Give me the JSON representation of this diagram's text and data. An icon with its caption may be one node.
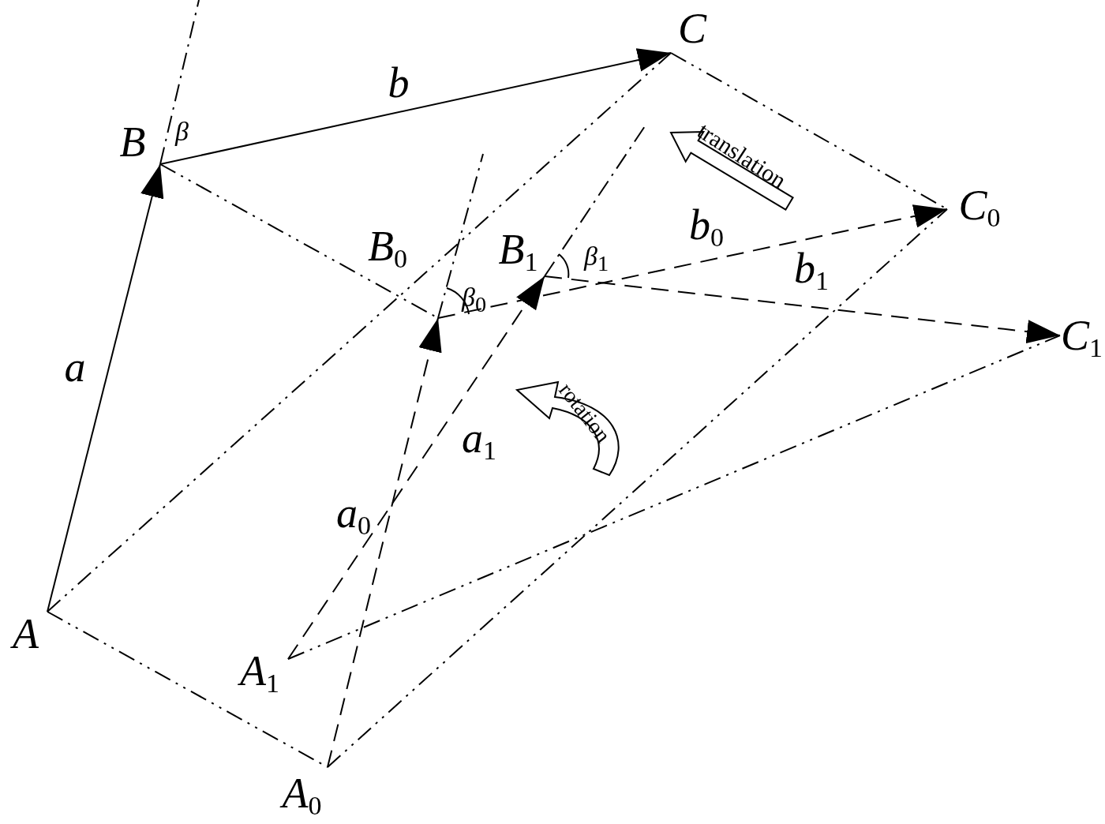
{
  "diagram": {
    "nodes": [
      {
        "text": [
          "A"
        ]
      },
      {
        "text": [
          "B"
        ]
      },
      {
        "text": [
          "C"
        ]
      },
      {
        "text": [
          "A$_{0}$"
        ]
      },
      {
        "text": [
          "B$_{0}$"
        ]
      },
      {
        "text": [
          "C$_{0}$"
        ]
      },
      {
        "text": [
          "A$_{1}$"
        ]
      },
      {
        "text": [
          "B$_{1}$"
        ]
      },
      {
        "text": [
          "C$_{1}$"
        ]
      }
    ],
    "edges": [
      {
        "from": 0,
        "to": 1,
        "arrow": "to",
        "label": "a"
      },
      {
        "from": 1,
        "to": 2,
        "arrow": "to",
        "label": "b"
      },
      {
        "from": 3,
        "to": 4,
        "arrow": "to",
        "label": "a$_{0}$",
        "style": "dashed"
      },
      {
        "from": 4,
        "to": 5,
        "arrow": "to",
        "label": "b$_{0}$",
        "style": "dashed"
      },
      {
        "from": 6,
        "to": 7,
        "arrow": "to",
        "label": "a$_{1}$",
        "style": "dashed"
      },
      {
        "from": 7,
        "to": 8,
        "arrow": "to",
        "label": "b$_{1}$",
        "style": "dashed"
      },
      {
        "from": 0,
        "to": 2,
        "arrow": "none",
        "style": "dashed"
      },
      {
        "from": 0,
        "to": 3,
        "arrow": "none",
        "style": "dashed"
      },
      {
        "from": 1,
        "to": 4,
        "arrow": "none",
        "style": "dashed"
      },
      {
        "from": 2,
        "to": 5,
        "arrow": "none",
        "style": "dashed"
      },
      {
        "from": 3,
        "to": 5,
        "arrow": "none",
        "style": "dashed"
      },
      {
        "from": 6,
        "to": 8,
        "arrow": "none",
        "style": "dashed"
      }
    ],
    "labels": [
      "β",
      "translation",
      "β$_{1}$",
      "β$_{0}$",
      "rotation"
    ]
  }
}
